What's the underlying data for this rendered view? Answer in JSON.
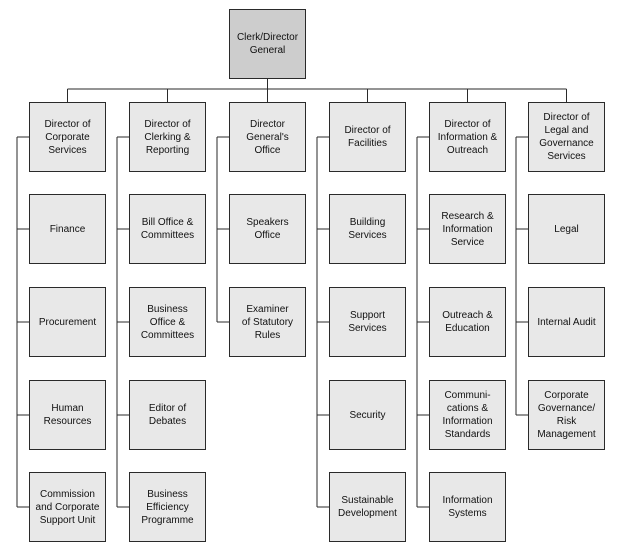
{
  "org_chart": {
    "root": "Clerk/Director\nGeneral",
    "columns": [
      {
        "head": "Director of\nCorporate\nServices",
        "units": [
          "Finance",
          "Procurement",
          "Human\nResources",
          "Commission\nand Corporate\nSupport Unit"
        ]
      },
      {
        "head": "Director of\nClerking &\nReporting",
        "units": [
          "Bill Office &\nCommittees",
          "Business\nOffice &\nCommittees",
          "Editor of\nDebates",
          "Business\nEfficiency\nProgramme"
        ]
      },
      {
        "head": "Director\nGeneral's\nOffice",
        "units": [
          "Speakers\nOffice",
          "Examiner\nof Statutory\nRules"
        ]
      },
      {
        "head": "Director of\nFacilities",
        "units": [
          "Building\nServices",
          "Support\nServices",
          "Security",
          "Sustainable\nDevelopment"
        ]
      },
      {
        "head": "Director of\nInformation &\nOutreach",
        "units": [
          "Research &\nInformation\nService",
          "Outreach &\nEducation",
          "Communi-\ncations &\nInformation\nStandards",
          "Information\nSystems"
        ]
      },
      {
        "head": "Director of\nLegal and\nGovernance\nServices",
        "units": [
          "Legal",
          "Internal Audit",
          "Corporate\nGovernance/\nRisk\nManagement"
        ]
      }
    ]
  },
  "colors": {
    "line": "#2a2a2a",
    "box_fill": "#e8e8e8",
    "root_fill": "#cdcdcd"
  }
}
